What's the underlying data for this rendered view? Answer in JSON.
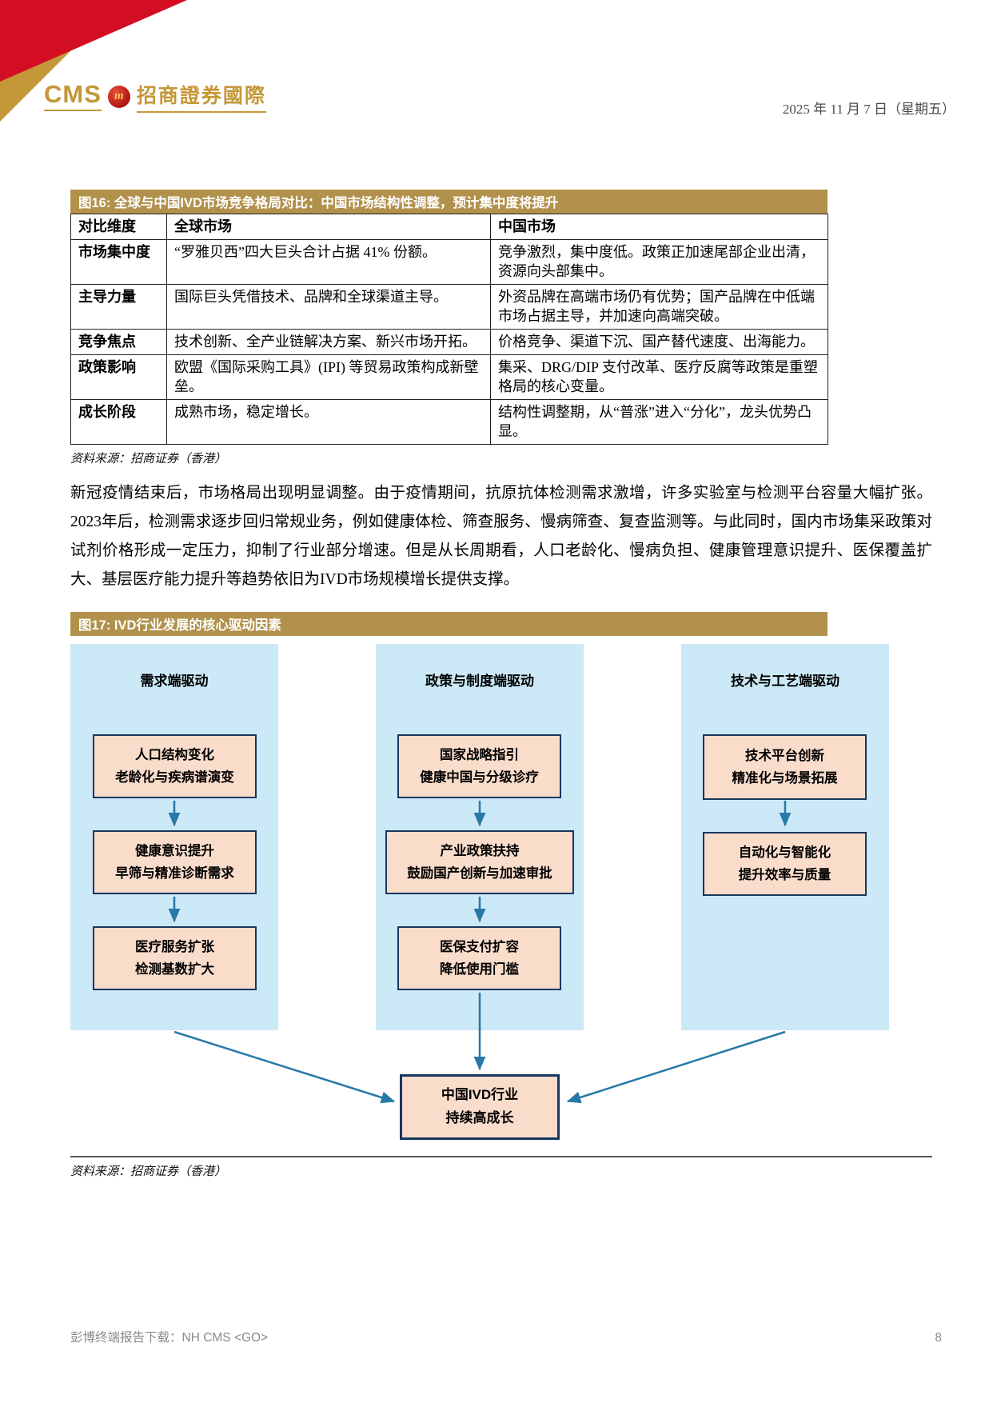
{
  "header": {
    "logo_cms": "CMS",
    "logo_badge": "m",
    "logo_company": "招商證券國際",
    "date": "2025 年 11 月 7 日（星期五）"
  },
  "figure16": {
    "title": "图16: 全球与中国IVD市场竞争格局对比：中国市场结构性调整，预计集中度将提升",
    "columns": [
      "对比维度",
      "全球市场",
      "中国市场"
    ],
    "rows": [
      {
        "dim": "市场集中度",
        "global": "“罗雅贝西”四大巨头合计占据 41% 份额。",
        "china": "竞争激烈，集中度低。政策正加速尾部企业出清，资源向头部集中。"
      },
      {
        "dim": "主导力量",
        "global": "国际巨头凭借技术、品牌和全球渠道主导。",
        "china": "外资品牌在高端市场仍有优势；国产品牌在中低端市场占据主导，并加速向高端突破。"
      },
      {
        "dim": "竞争焦点",
        "global": "技术创新、全产业链解决方案、新兴市场开拓。",
        "china": "价格竞争、渠道下沉、国产替代速度、出海能力。"
      },
      {
        "dim": "政策影响",
        "global": "欧盟《国际采购工具》(IPI) 等贸易政策构成新壁垒。",
        "china": "集采、DRG/DIP 支付改革、医疗反腐等政策是重塑格局的核心变量。"
      },
      {
        "dim": "成长阶段",
        "global": "成熟市场，稳定增长。",
        "china": "结构性调整期，从“普涨”进入“分化”，龙头优势凸显。"
      }
    ],
    "source": "资料来源：招商证券（香港）"
  },
  "paragraph": "新冠疫情结束后，市场格局出现明显调整。由于疫情期间，抗原抗体检测需求激增，许多实验室与检测平台容量大幅扩张。2023年后，检测需求逐步回归常规业务，例如健康体检、筛查服务、慢病筛查、复查监测等。与此同时，国内市场集采政策对试剂价格形成一定压力，抑制了行业部分增速。但是从长周期看，人口老龄化、慢病负担、健康管理意识提升、医保覆盖扩大、基层医疗能力提升等趋势依旧为IVD市场规模增长提供支撑。",
  "figure17": {
    "title": "图17: IVD行业发展的核心驱动因素",
    "columns": [
      {
        "header": "需求端驱动",
        "boxes": [
          [
            "人口结构变化",
            "老龄化与疾病谱演变"
          ],
          [
            "健康意识提升",
            "早筛与精准诊断需求"
          ],
          [
            "医疗服务扩张",
            "检测基数扩大"
          ]
        ]
      },
      {
        "header": "政策与制度端驱动",
        "boxes": [
          [
            "国家战略指引",
            "健康中国与分级诊疗"
          ],
          [
            "产业政策扶持",
            "鼓励国产创新与加速审批"
          ],
          [
            "医保支付扩容",
            "降低使用门槛"
          ]
        ]
      },
      {
        "header": "技术与工艺端驱动",
        "boxes": [
          [
            "技术平台创新",
            "精准化与场景拓展"
          ],
          [
            "自动化与智能化",
            "提升效率与质量"
          ]
        ]
      }
    ],
    "result_box": [
      "中国IVD行业",
      "持续高成长"
    ],
    "source": "资料来源：招商证券（香港）"
  },
  "footer": {
    "bloomberg": "彭博终端报告下载：NH CMS <GO>",
    "page_number": "8"
  },
  "colors": {
    "title_bar": "#B2914C",
    "ribbon_red": "#D40E22",
    "ribbon_gold": "#C49738",
    "column_blue": "#CBE9F6",
    "box_fill": "#FADCCB",
    "box_border": "#17375E",
    "arrow": "#2878A8"
  }
}
